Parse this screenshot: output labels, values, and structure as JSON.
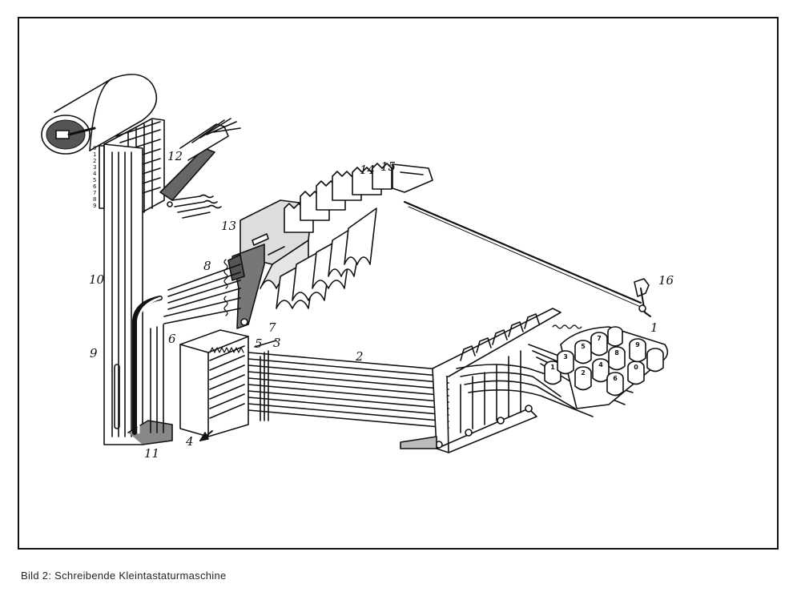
{
  "figure": {
    "caption": "Bild 2: Schreibende Kleintastaturmaschine",
    "part_labels": [
      "1",
      "2",
      "3",
      "4",
      "5",
      "6",
      "7",
      "8",
      "9",
      "10",
      "11",
      "12",
      "13",
      "14",
      "15",
      "16"
    ],
    "digit_scale": [
      "0",
      "1",
      "2",
      "3",
      "4",
      "5",
      "6",
      "7",
      "8",
      "9"
    ],
    "key_labels": [
      "1",
      "2",
      "3",
      "4",
      "5",
      "6",
      "7",
      "8",
      "9",
      "0"
    ]
  }
}
